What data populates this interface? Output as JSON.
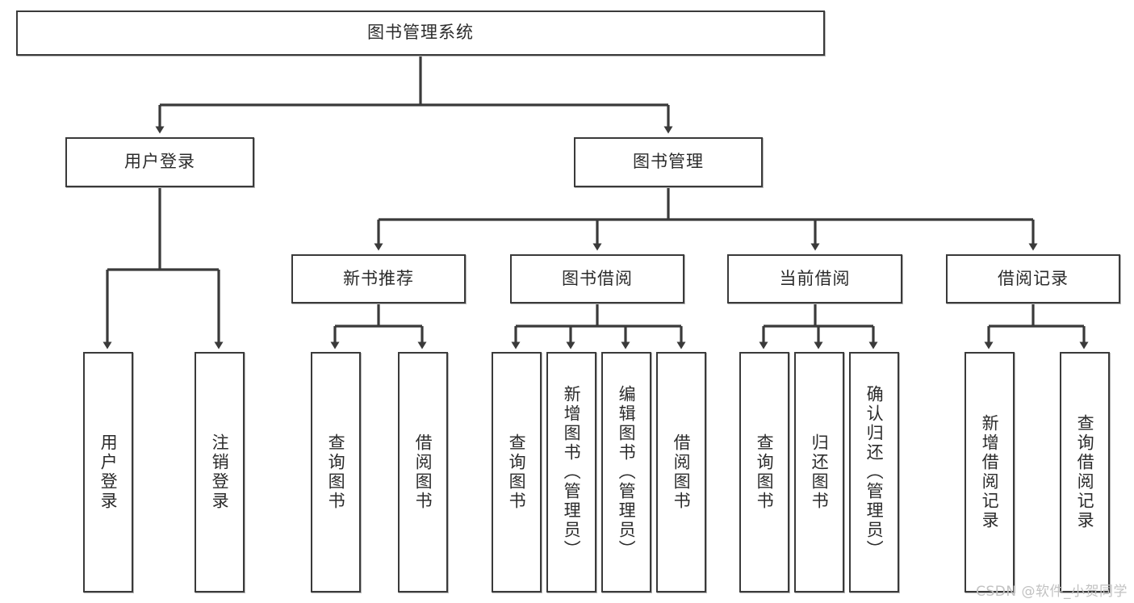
{
  "diagram": {
    "title": "图书管理系统",
    "type": "hierarchy-tree",
    "watermark": "CSDN @软件_小贺同学",
    "colors": {
      "box_border": "#3a3a3a",
      "box_fill": "#ffffff",
      "connector": "#3a3a3a",
      "text": "#2b2b2b",
      "watermark": "#c2c2c2"
    },
    "nodes": {
      "root": {
        "label": "图书管理系统"
      },
      "level2": [
        {
          "id": "user-login",
          "label": "用户登录"
        },
        {
          "id": "book-manage",
          "label": "图书管理"
        }
      ],
      "level3": [
        {
          "id": "new-book-rec",
          "label": "新书推荐"
        },
        {
          "id": "book-borrow",
          "label": "图书借阅"
        },
        {
          "id": "current-borrow",
          "label": "当前借阅"
        },
        {
          "id": "borrow-record",
          "label": "借阅记录"
        }
      ],
      "leaves": {
        "user_login": [
          {
            "id": "leaf-user-login",
            "label": "用户登录"
          },
          {
            "id": "leaf-logout",
            "label": "注销登录"
          }
        ],
        "new_book_rec": [
          {
            "id": "leaf-query-book-1",
            "label": "查询图书"
          },
          {
            "id": "leaf-borrow-book-1",
            "label": "借阅图书"
          }
        ],
        "book_borrow": [
          {
            "id": "leaf-query-book-2",
            "label": "查询图书"
          },
          {
            "id": "leaf-add-book",
            "label": "新增图书（管理员）"
          },
          {
            "id": "leaf-edit-book",
            "label": "编辑图书（管理员）"
          },
          {
            "id": "leaf-borrow-book-2",
            "label": "借阅图书"
          }
        ],
        "current_borrow": [
          {
            "id": "leaf-query-book-3",
            "label": "查询图书"
          },
          {
            "id": "leaf-return-book",
            "label": "归还图书"
          },
          {
            "id": "leaf-confirm-return",
            "label": "确认归还（管理员）"
          }
        ],
        "borrow_record": [
          {
            "id": "leaf-add-record",
            "label": "新增借阅记录"
          },
          {
            "id": "leaf-query-record",
            "label": "查询借阅记录"
          }
        ]
      }
    }
  }
}
